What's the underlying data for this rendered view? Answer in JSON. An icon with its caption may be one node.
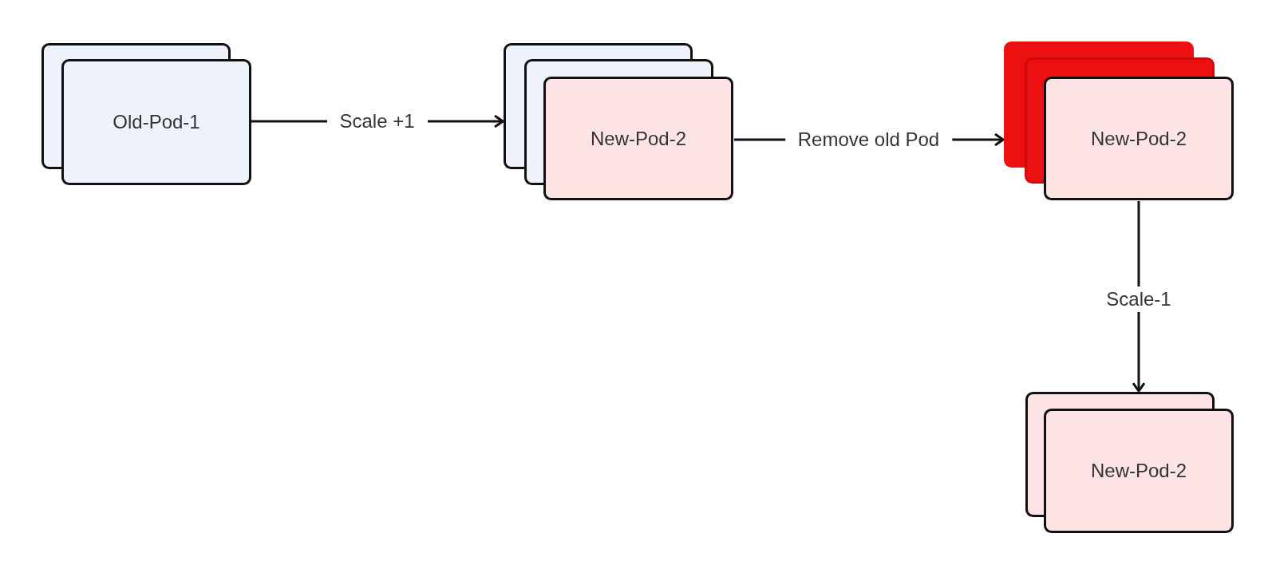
{
  "diagram": {
    "nodes": [
      {
        "text": [
          "Old-Pod-1"
        ]
      },
      {
        "text": [
          "New-Pod-2"
        ]
      },
      {
        "text": [
          "New-Pod-2"
        ]
      },
      {
        "text": [
          "New-Pod-2"
        ]
      }
    ],
    "edges": [
      {
        "from": 0,
        "to": 1,
        "arrow": "to",
        "label": "Scale +1"
      },
      {
        "from": 1,
        "to": 2,
        "arrow": "to",
        "label": "Remove old Pod"
      },
      {
        "from": 2,
        "to": 3,
        "arrow": "to",
        "label": "Scale-1"
      }
    ]
  }
}
